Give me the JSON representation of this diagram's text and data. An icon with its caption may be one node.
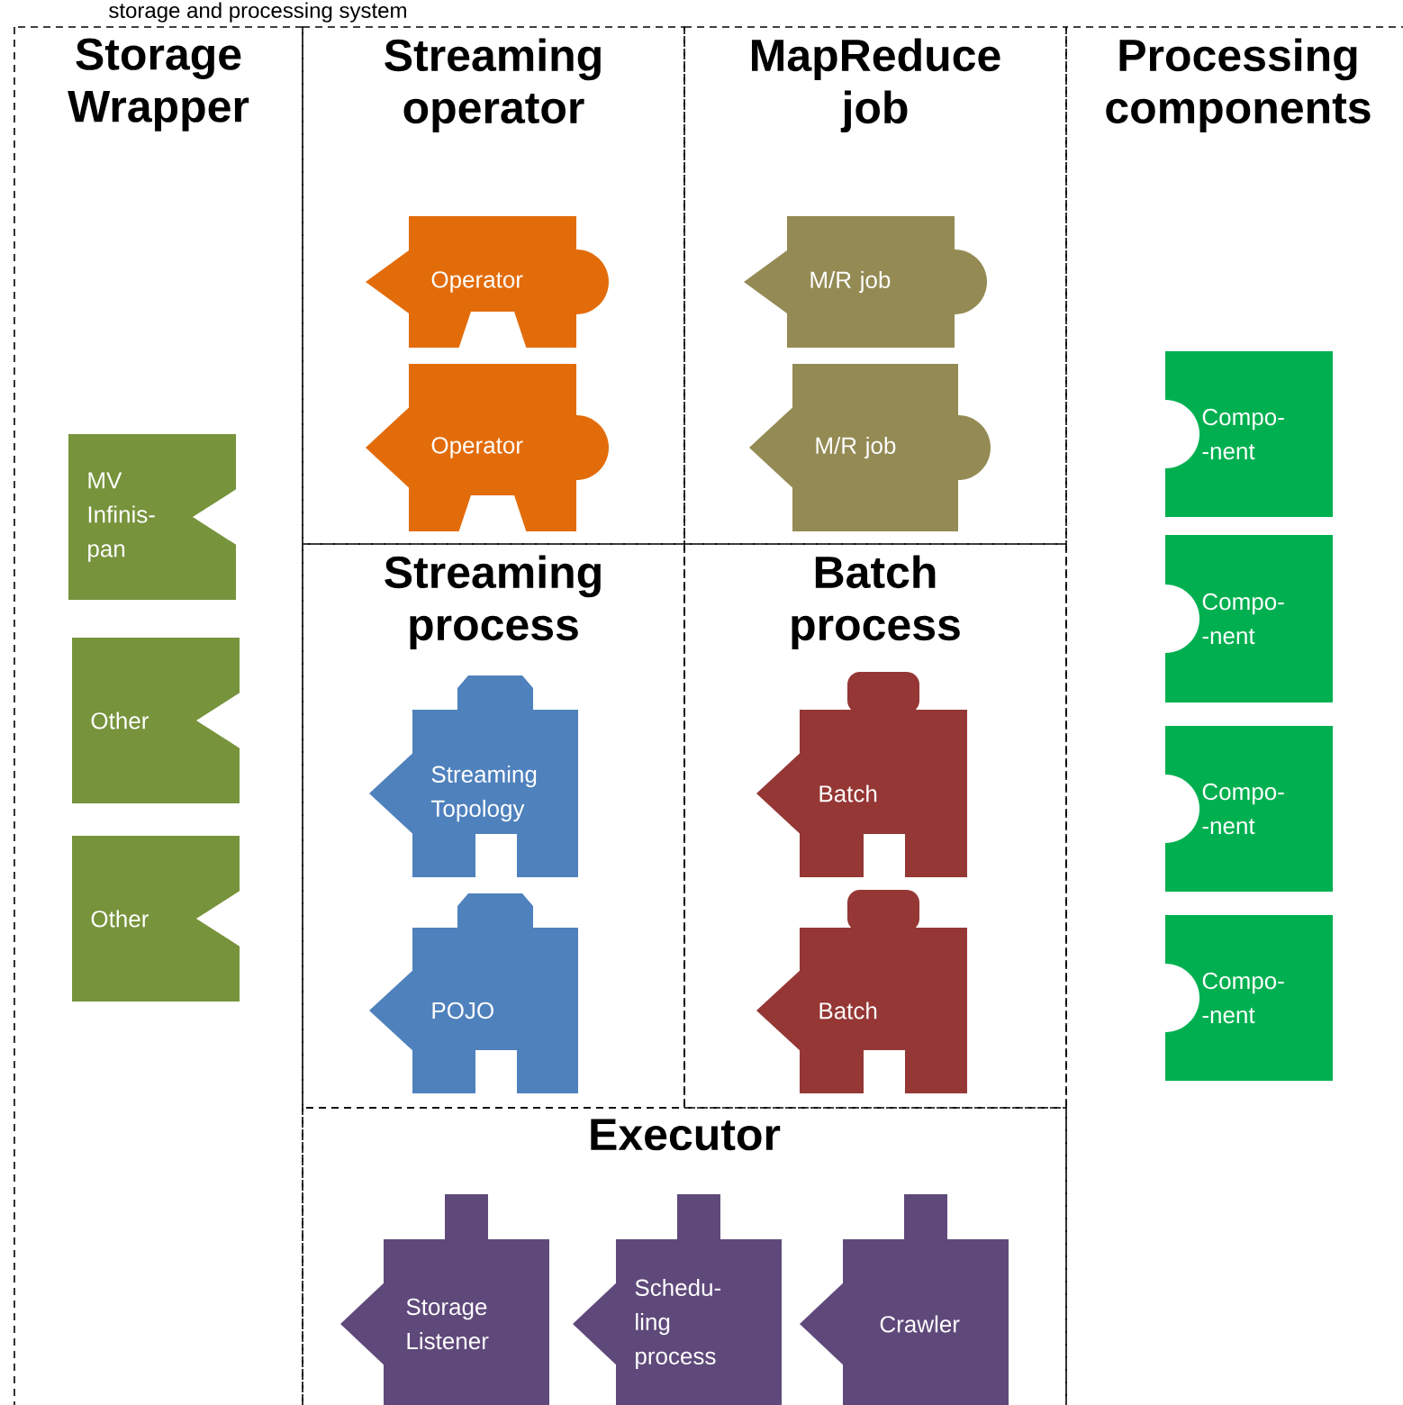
{
  "diagram": {
    "title": "storage and processing system",
    "nodes": [
      {
        "text": [
          "Storage Wrapper"
        ]
      },
      {
        "text": [
          "Streaming operator"
        ]
      },
      {
        "text": [
          "MapReduce job"
        ]
      },
      {
        "text": [
          "Processing components"
        ]
      },
      {
        "text": [
          "Streaming process"
        ]
      },
      {
        "text": [
          "Batch process"
        ]
      },
      {
        "text": [
          "Executor"
        ]
      },
      {
        "text": [
          "MV Infinis- pan"
        ],
        "in": 0
      },
      {
        "text": [
          "Other"
        ],
        "in": 0
      },
      {
        "text": [
          "Other"
        ],
        "in": 0
      },
      {
        "text": [
          "Operator"
        ],
        "in": 1
      },
      {
        "text": [
          "Operator"
        ],
        "in": 1
      },
      {
        "text": [
          "M/R job"
        ],
        "in": 2
      },
      {
        "text": [
          "M/R job"
        ],
        "in": 2
      },
      {
        "text": [
          "Compo- -nent"
        ],
        "in": 3
      },
      {
        "text": [
          "Compo- -nent"
        ],
        "in": 3
      },
      {
        "text": [
          "Compo- -nent"
        ],
        "in": 3
      },
      {
        "text": [
          "Compo- -nent"
        ],
        "in": 3
      },
      {
        "text": [
          "Streaming Topology"
        ],
        "in": 4
      },
      {
        "text": [
          "POJO"
        ],
        "in": 4
      },
      {
        "text": [
          "Batch"
        ],
        "in": 5
      },
      {
        "text": [
          "Batch"
        ],
        "in": 5
      },
      {
        "text": [
          "Storage Listener"
        ],
        "in": 6
      },
      {
        "text": [
          "Schedu- ling process"
        ],
        "in": 6
      },
      {
        "text": [
          "Crawler"
        ],
        "in": 6
      }
    ],
    "edges": []
  }
}
